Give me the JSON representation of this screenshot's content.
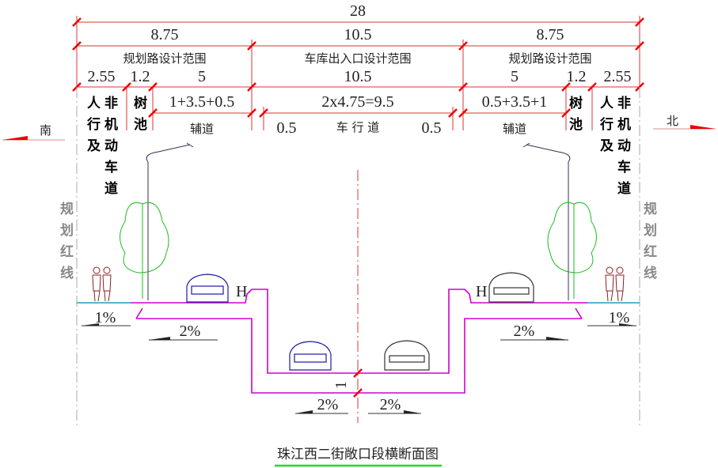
{
  "title": "珠江西二街敞口段横断面图",
  "dimensions": {
    "total": "28",
    "level1": [
      "8.75",
      "10.5",
      "8.75"
    ],
    "ranges": [
      "规划路设计范围",
      "车库出入口设计范围",
      "规划路设计范围"
    ],
    "level2": [
      "2.55",
      "1.2",
      "5",
      "10.5",
      "5",
      "1.2",
      "2.55"
    ],
    "level3": [
      "1+3.5+0.5",
      "2x4.75=9.5",
      "0.5+3.5+1"
    ],
    "lane_margin_left": "0.5",
    "lane_margin_right": "0.5",
    "depth": "1"
  },
  "labels": {
    "pedestrian": [
      "人",
      "行",
      "及"
    ],
    "nonmotor": [
      "非",
      "机",
      "动",
      "车",
      "道"
    ],
    "tree_pit": [
      "树",
      "池"
    ],
    "service_road": "辅道",
    "carriageway": "车 行 道",
    "red_line": [
      "规",
      "划",
      "红",
      "线"
    ],
    "south": "南",
    "north": "北",
    "h_mark": "H"
  },
  "slopes": {
    "sidewalk_left": "1%",
    "service_left": "2%",
    "lane_left": "2%",
    "lane_right": "2%",
    "service_right": "2%",
    "sidewalk_right": "1%"
  },
  "colors": {
    "dimension": "#e00000",
    "structure": "#d000d0",
    "vehicle": "#1a1aa0",
    "tree": "#22bb22",
    "underline": "#22dd22"
  }
}
